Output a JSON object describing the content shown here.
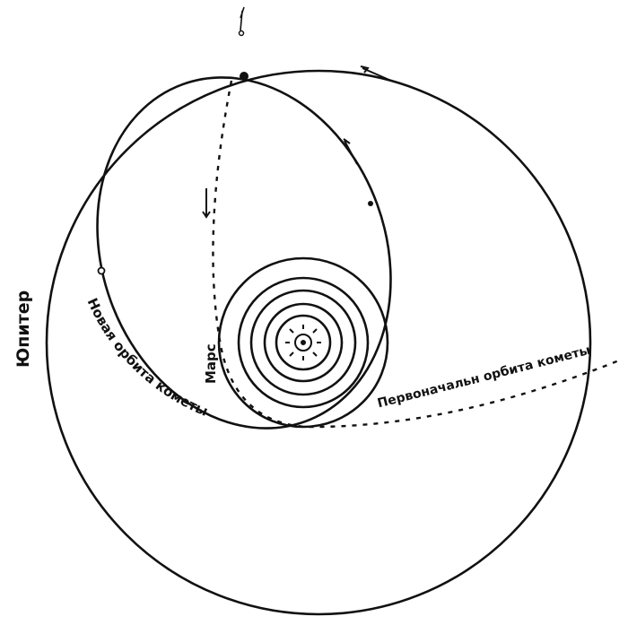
{
  "colors": {
    "ink": "#111111",
    "paper": "#ffffff"
  },
  "labels": {
    "jupiter": "Юпитер",
    "mars": "Марс",
    "new_orbit": "Новая орбита кометы",
    "original_orbit": "Первоначальн орбита кометы"
  },
  "icons": {
    "sun": "sun-icon",
    "comet": "comet-icon"
  }
}
